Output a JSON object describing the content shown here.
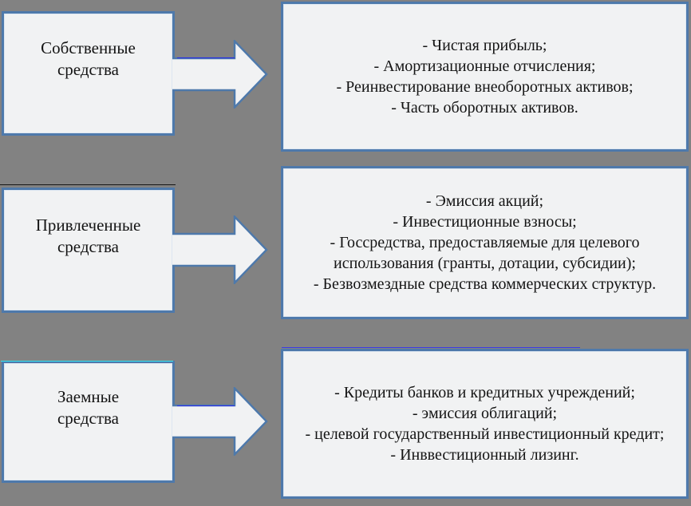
{
  "palette": {
    "background": "#828282",
    "box_fill": "#f1f2f3",
    "box_border": "#4e79ab",
    "text": "#141414"
  },
  "rows": [
    {
      "label": "Собственные\nсредства",
      "items": [
        "- Чистая прибыль;",
        "- Амортизационные отчисления;",
        "- Реинвестирование внеоборотных активов;",
        "- Часть оборотных активов."
      ]
    },
    {
      "label": "Привлеченные\nсредства",
      "items": [
        "- Эмиссия акций;",
        "- Инвестиционные взносы;",
        "- Госсредства, предоставляемые для целевого использования (гранты, дотации, субсидии);",
        "- Безвозмездные средства коммерческих структур."
      ]
    },
    {
      "label": "Заемные\nсредства",
      "items": [
        "- Кредиты банков и кредитных учреждений;",
        "- эмиссия облигаций;",
        "- целевой государственный инвестиционный кредит;",
        "- Инввестиционный лизинг."
      ]
    }
  ]
}
